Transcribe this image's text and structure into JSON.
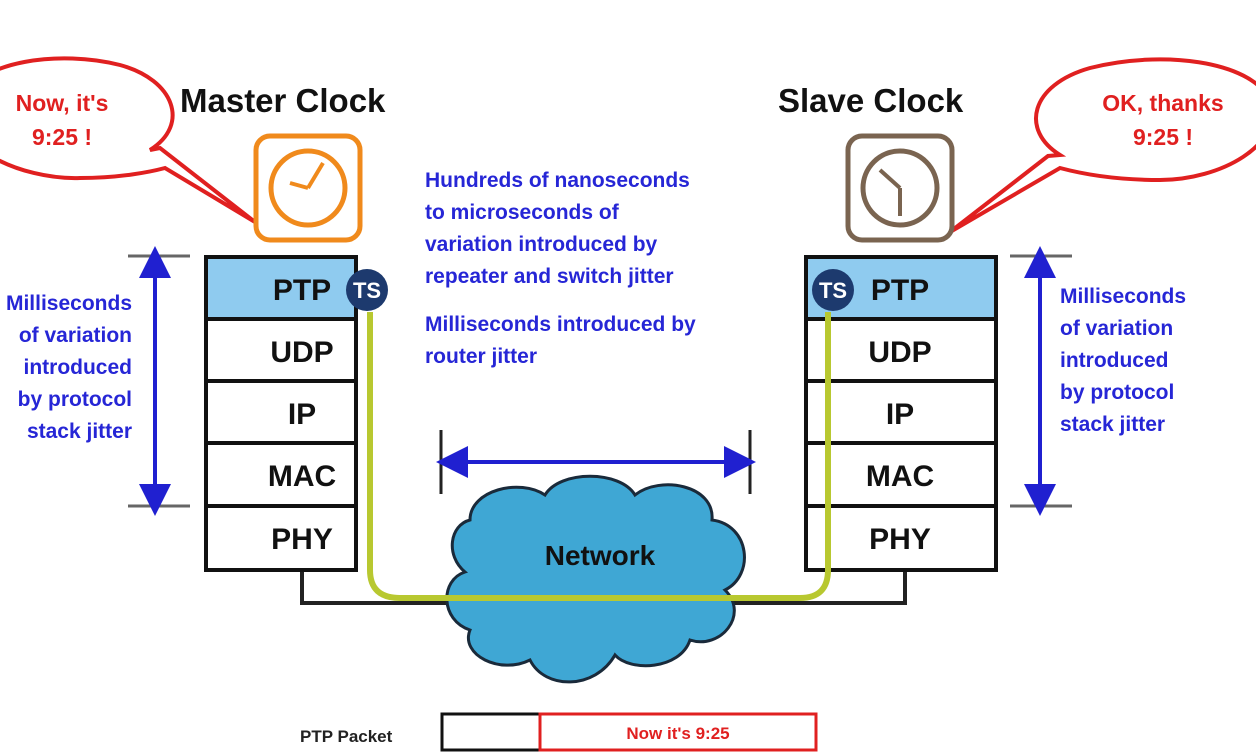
{
  "master": {
    "title": "Master Clock",
    "bubble": [
      "Now, it's",
      "9:25 !"
    ],
    "side_note": [
      "Milliseconds",
      "of variation",
      "introduced",
      "by protocol",
      "stack jitter"
    ]
  },
  "slave": {
    "title": "Slave Clock",
    "bubble": [
      "OK, thanks",
      "9:25 !"
    ],
    "side_note": [
      "Milliseconds",
      "of variation",
      "introduced",
      "by protocol",
      "stack jitter"
    ]
  },
  "stack_layers": [
    "PTP",
    "UDP",
    "IP",
    "MAC",
    "PHY"
  ],
  "timestamp_badge": "TS",
  "center_notes": {
    "switch": [
      "Hundreds of nanoseconds",
      "to microseconds of",
      "variation introduced by",
      "repeater and switch jitter"
    ],
    "router": [
      "Milliseconds introduced by",
      "router jitter"
    ]
  },
  "network_label": "Network",
  "packet": {
    "label": "PTP Packet",
    "payload": "Now it's 9:25"
  },
  "colors": {
    "ptp_fill": "#8fcbef",
    "master_clock": "#f08a1c",
    "slave_clock": "#7a6450",
    "path": "#b8c830",
    "cloud": "#3fa7d4",
    "note": "#2626d6",
    "bubble": "#e02020",
    "ts": "#1d3a6e"
  }
}
